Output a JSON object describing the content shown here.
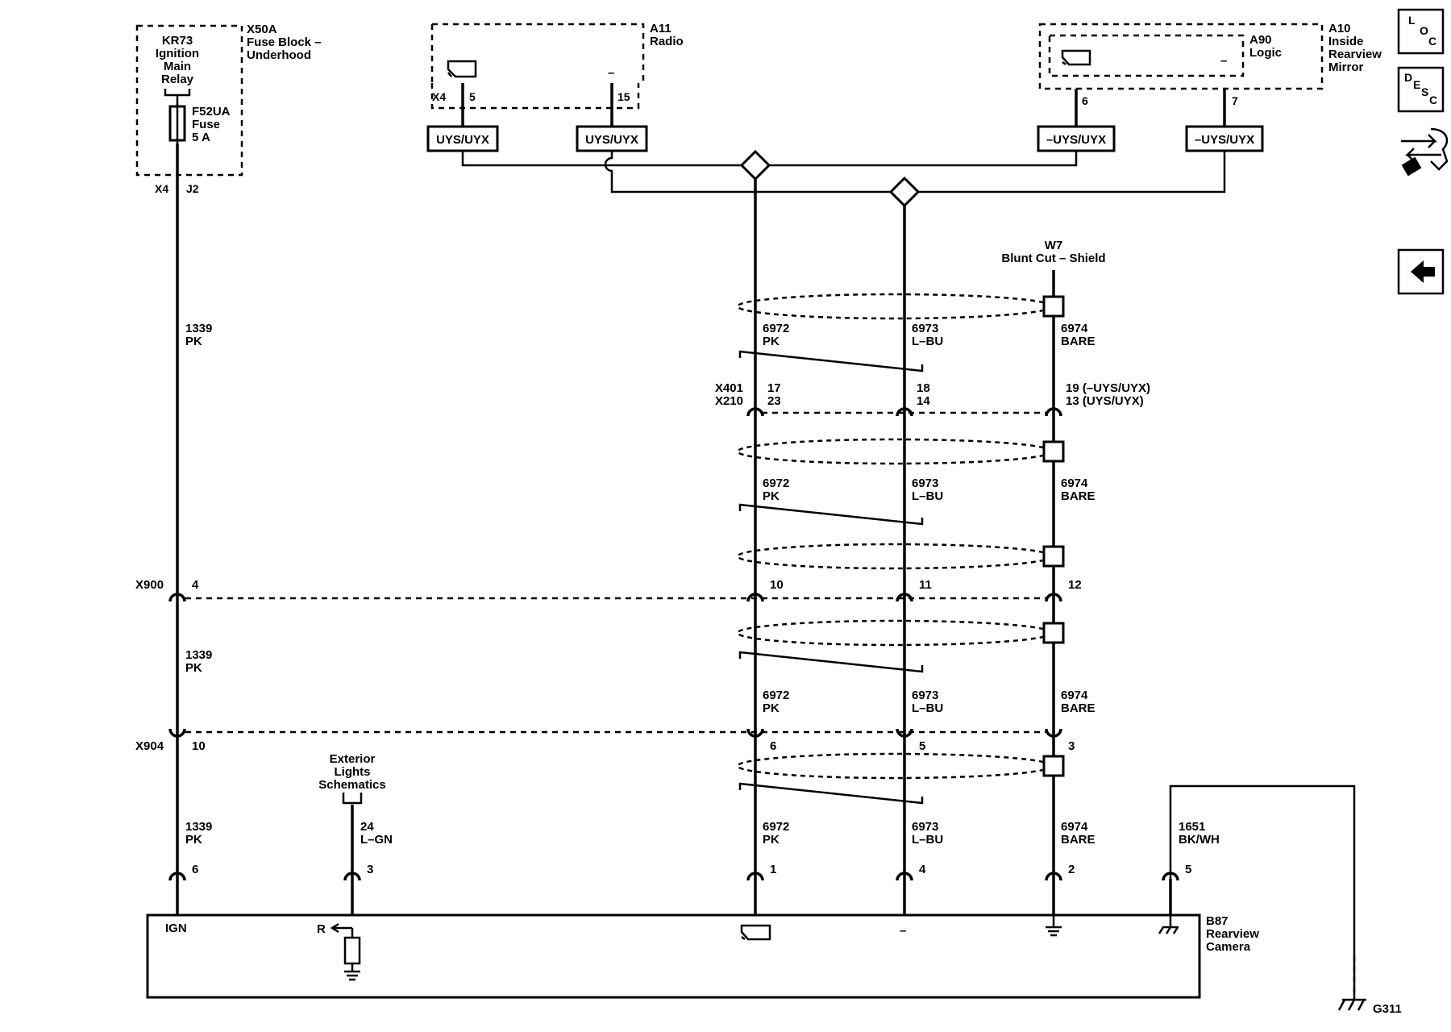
{
  "modules": {
    "fuse_block": {
      "id": "X50A",
      "name": [
        "Fuse Block –",
        "Underhood"
      ]
    },
    "relay": {
      "lines": [
        "KR73",
        "Ignition",
        "Main",
        "Relay"
      ]
    },
    "fuse": {
      "lines": [
        "F52UA",
        "Fuse",
        "5 A"
      ]
    },
    "fuse_conn": {
      "connector": "X4",
      "pin": "J2"
    },
    "radio": {
      "id": "A11",
      "name": "Radio",
      "connector": "X4",
      "pin_a": "5",
      "pin_b": "15",
      "minus": "–"
    },
    "mirror": {
      "id": "A10",
      "name": [
        "Inside",
        "Rearview",
        "Mirror"
      ],
      "logic_id": "A90",
      "logic_name": "Logic",
      "pin_a": "6",
      "pin_b": "7",
      "minus": "–"
    },
    "camera": {
      "id": "B87",
      "name": [
        "Rearview",
        "Camera"
      ],
      "ign_label": "IGN",
      "r_label": "R",
      "minus": "–"
    }
  },
  "signal_labels": {
    "radio_a": "UYS/UYX",
    "radio_b": "UYS/UYX",
    "mirror_a": "–UYS/UYX",
    "mirror_b": "–UYS/UYX"
  },
  "shield_ref": {
    "id": "W7",
    "name": "Blunt Cut – Shield"
  },
  "ext_ref": {
    "lines": [
      "Exterior",
      "Lights",
      "Schematics"
    ]
  },
  "ground": {
    "id": "G311"
  },
  "wires": {
    "ign": {
      "circuit": "1339",
      "color": "PK"
    },
    "pk": {
      "circuit": "6972",
      "color": "PK"
    },
    "lbu": {
      "circuit": "6973",
      "color": "L–BU"
    },
    "bare": {
      "circuit": "6974",
      "color": "BARE"
    },
    "lgn": {
      "circuit": "24",
      "color": "L–GN"
    },
    "gnd": {
      "circuit": "1651",
      "color": "BK/WH"
    }
  },
  "connectors": {
    "x401": {
      "id": "X401",
      "pins": [
        "17",
        "18",
        "19 (–UYS/UYX)"
      ]
    },
    "x210": {
      "id": "X210",
      "pins": [
        "23",
        "14",
        "13 (UYS/UYX)"
      ]
    },
    "x900": {
      "id": "X900",
      "pins": [
        "4",
        "10",
        "11",
        "12"
      ]
    },
    "x904": {
      "id": "X904",
      "pins": [
        "10",
        "6",
        "5",
        "3"
      ]
    },
    "camera_pins": [
      "6",
      "3",
      "1",
      "4",
      "2",
      "5"
    ]
  },
  "nav_icons": [
    {
      "name": "loc-icon",
      "letters": [
        "L",
        "O",
        "C"
      ]
    },
    {
      "name": "desc-icon",
      "letters": [
        "D",
        "E",
        "S",
        "C"
      ]
    },
    {
      "name": "connector-tool-icon"
    },
    {
      "name": "back-arrow-icon"
    }
  ]
}
